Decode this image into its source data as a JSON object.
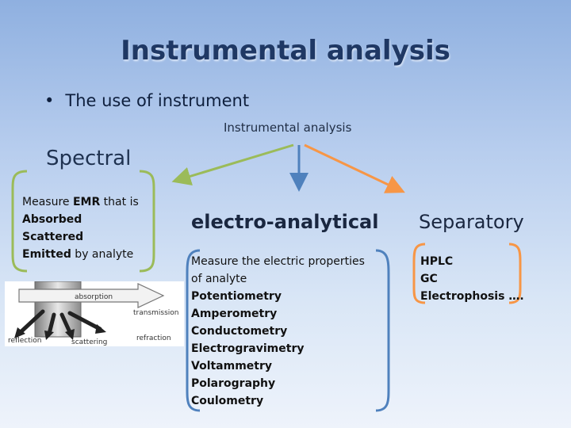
{
  "title": "Instrumental analysis",
  "bullet": "The use of instrument",
  "root_label": "Instrumental analysis",
  "branches": {
    "spectral": {
      "title": "Spectral",
      "lines": [
        {
          "pre": "Measure ",
          "bold": "EMR",
          "post": " that is"
        },
        {
          "pre": "",
          "bold": "Absorbed",
          "post": ""
        },
        {
          "pre": "",
          "bold": "Scattered",
          "post": ""
        },
        {
          "pre": "",
          "bold": "Emitted",
          "post": "  by analyte"
        }
      ],
      "illustration_labels": {
        "absorption": "absorption",
        "transmission": "transmission",
        "reflection": "reflection",
        "scattering": "scattering",
        "refraction": "refraction"
      }
    },
    "electro": {
      "title": "electro-analytical",
      "description": [
        "Measure the electric properties",
        "of analyte"
      ],
      "methods": [
        "Potentiometry",
        "Amperometry",
        "Conductometry",
        "Electrogravimetry",
        "Voltammetry",
        "Polarography",
        "Coulometry"
      ]
    },
    "separatory": {
      "title": "Separatory",
      "methods": [
        "HPLC",
        "GC",
        "Electrophosis …."
      ]
    }
  },
  "colors": {
    "green": "#9bbb59",
    "blue": "#4f81bd",
    "orange": "#f79646",
    "title": "#1f3864"
  }
}
